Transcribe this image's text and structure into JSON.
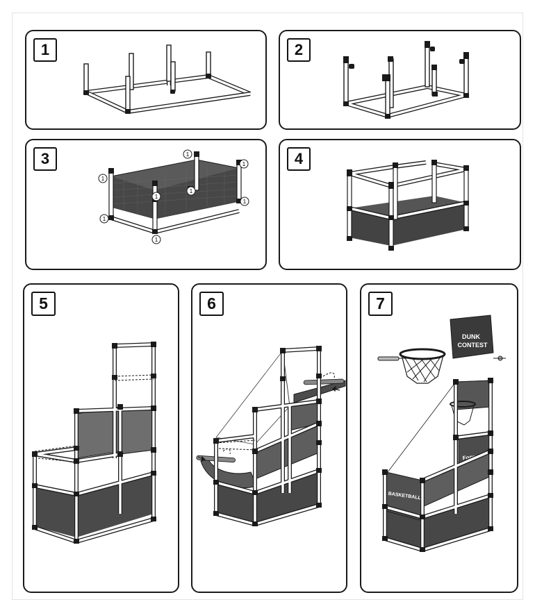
{
  "steps": [
    {
      "number": "1"
    },
    {
      "number": "2"
    },
    {
      "number": "3"
    },
    {
      "number": "4"
    },
    {
      "number": "5"
    },
    {
      "number": "6"
    },
    {
      "number": "7"
    }
  ],
  "callout_label": "1",
  "signs": {
    "backboard_line1": "DUNK",
    "backboard_line2": "CONTEST",
    "side_sign": "Forwards",
    "front_sign": "BASKETBALL"
  },
  "colors": {
    "outline": "#1a1a1a",
    "pipe": "#ffffff",
    "joint": "#1a1a1a",
    "net_fill": "#4b4b4b",
    "panel_fill": "#6c6c6c",
    "ramp_fill": "#5e5e5e"
  }
}
